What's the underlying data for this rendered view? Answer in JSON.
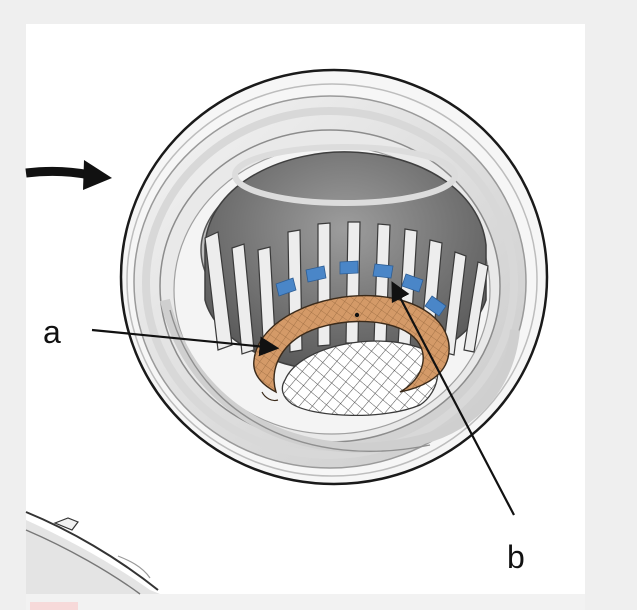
{
  "diagram": {
    "callouts": [
      {
        "id": "a",
        "text": "a"
      },
      {
        "id": "b",
        "text": "b"
      }
    ]
  },
  "colors": {
    "page_background": "#efefef",
    "panel_background": "#ffffff",
    "outline": "#1a1a1a",
    "seal": "#d49a68",
    "tabs": "#4a86c8",
    "metal_light": "#e6e6e6",
    "metal_dark": "#6f6f6f"
  }
}
